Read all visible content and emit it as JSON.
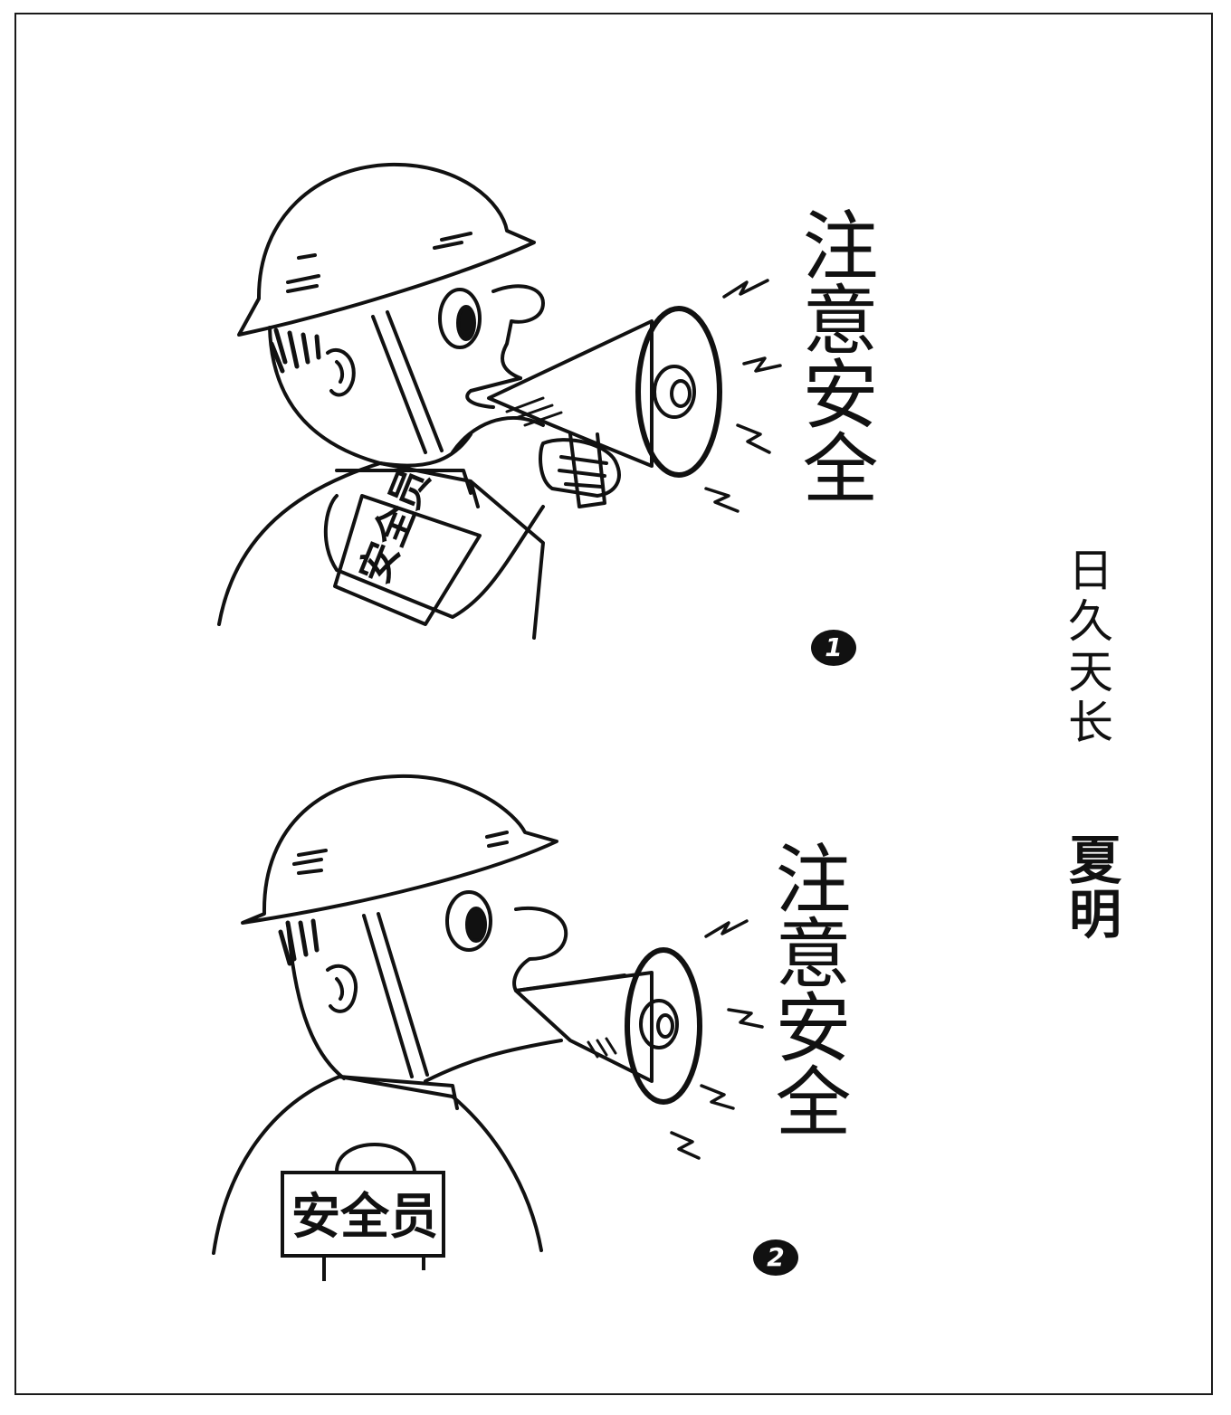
{
  "panel1": {
    "slogan": "注意安全",
    "number": "1",
    "armband": "安全员"
  },
  "panel2": {
    "slogan": "注意安全",
    "number": "2",
    "back_badge": "安全员"
  },
  "title": "日久天长",
  "author": "夏明",
  "colors": {
    "ink": "#111111",
    "paper": "#ffffff"
  },
  "icons": [
    "hard-hat-icon",
    "megaphone-icon",
    "sound-wave-icon"
  ]
}
